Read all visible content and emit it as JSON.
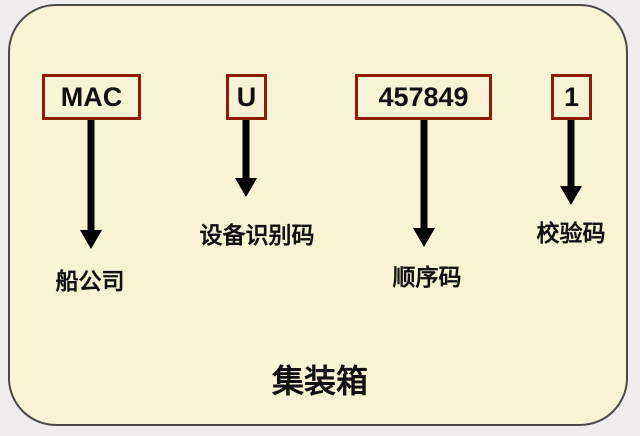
{
  "diagram": {
    "title": "集装箱",
    "segments": [
      {
        "code": "MAC",
        "label": "船公司"
      },
      {
        "code": "U",
        "label": "设备识别码"
      },
      {
        "code": "457849",
        "label": "顺序码"
      },
      {
        "code": "1",
        "label": "校验码"
      }
    ],
    "colors": {
      "panel_background": "#f7f3d4",
      "box_border": "#8e1a08",
      "arrow": "#000000",
      "text": "#111111"
    }
  }
}
